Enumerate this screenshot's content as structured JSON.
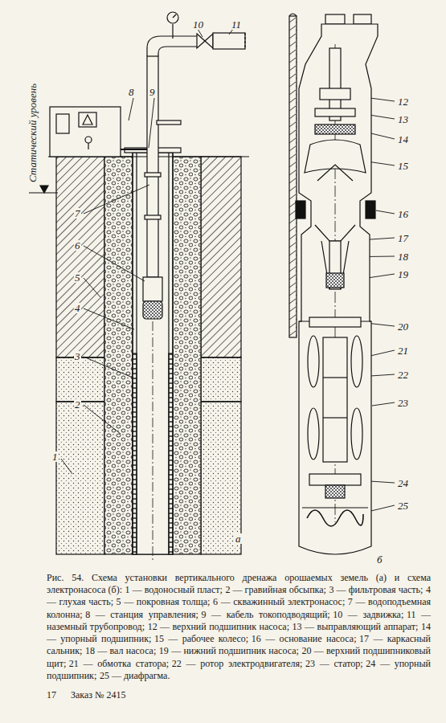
{
  "diagram": {
    "caption": "Рис. 54. Схема установки вертикального дренажа орошаемых земель (а) и схема электронасоса (б):",
    "labels": [
      "10",
      "11",
      "8",
      "9",
      "7",
      "6",
      "5",
      "4",
      "3",
      "2",
      "1",
      "Статический уровень",
      "12",
      "13",
      "14",
      "15",
      "16",
      "17",
      "18",
      "19",
      "20",
      "21",
      "22",
      "23",
      "24",
      "25",
      "а",
      "б",
      "1 — водоносный пласт;",
      "2 — гравийная обсыпка;",
      "3 — фильтровая часть;",
      "4 — глухая часть;",
      "5 — покровная толща;",
      "6 — скважинный электронасос;",
      "7 — водоподъемная колонна;",
      "8 — станция управления;",
      "9 — кабель токоподводящий;",
      "10 — задвижка;",
      "11 — наземный трубопровод;",
      "12 — верхний подшипник насоса;",
      "13 — выправляющий аппарат;",
      "14 — упорный подшипник;",
      "15 — рабочее колесо;",
      "16 — основание насоса;",
      "17 — каркасный сальник;",
      "18 — вал насоса;",
      "19 — нижний подшипник насоса;",
      "20 — верхний подшипниковый щит;",
      "21 — обмотка статора;",
      "22 — ротор электродвигателя;",
      "23 — статор;",
      "24 — упорный подшипник;",
      "25 — диафрагма.",
      "17",
      "Заказ № 2415"
    ]
  }
}
